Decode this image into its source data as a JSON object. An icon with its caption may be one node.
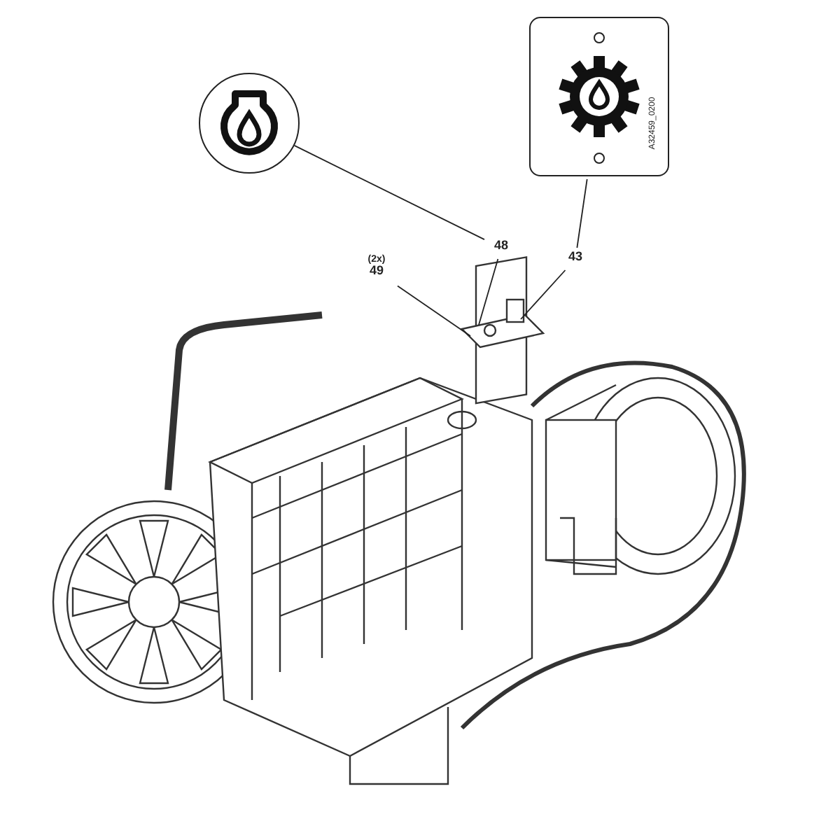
{
  "diagram": {
    "nodes": [
      {
        "text": [],
        "shape": "circle"
      },
      {
        "text": [
          "A32459_0200"
        ]
      },
      {
        "text": [
          "48"
        ]
      },
      {
        "text": [
          "43"
        ]
      },
      {
        "text": [
          "(2x)",
          "49"
        ]
      }
    ],
    "edges": [
      {
        "from": 2,
        "to": 0,
        "arrow": "none"
      },
      {
        "from": 3,
        "to": 1,
        "arrow": "none"
      },
      {
        "from": 2,
        "to": null,
        "arrow": "none"
      },
      {
        "from": 3,
        "to": null,
        "arrow": "none"
      },
      {
        "from": 4,
        "to": null,
        "arrow": "none"
      }
    ]
  }
}
